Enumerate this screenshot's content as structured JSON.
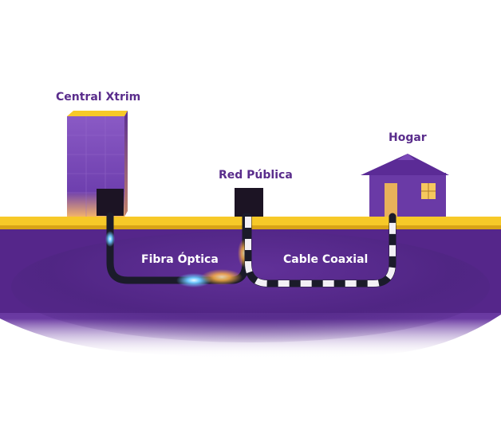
{
  "labels": {
    "central": "Central Xtrim",
    "red_publica": "Red Pública",
    "hogar": "Hogar",
    "fibra": "Fibra Óptica",
    "coaxial": "Cable Coaxial"
  },
  "colors": {
    "label_text": "#5a2d8c",
    "ground_top": "#f7c928",
    "soil": "#5b2a8e",
    "building": "#7a4ab3",
    "house": "#6a3aa6",
    "cable": "#1b1b2a",
    "glow_blue": "#6ec6ff",
    "glow_orange": "#ffb347"
  }
}
